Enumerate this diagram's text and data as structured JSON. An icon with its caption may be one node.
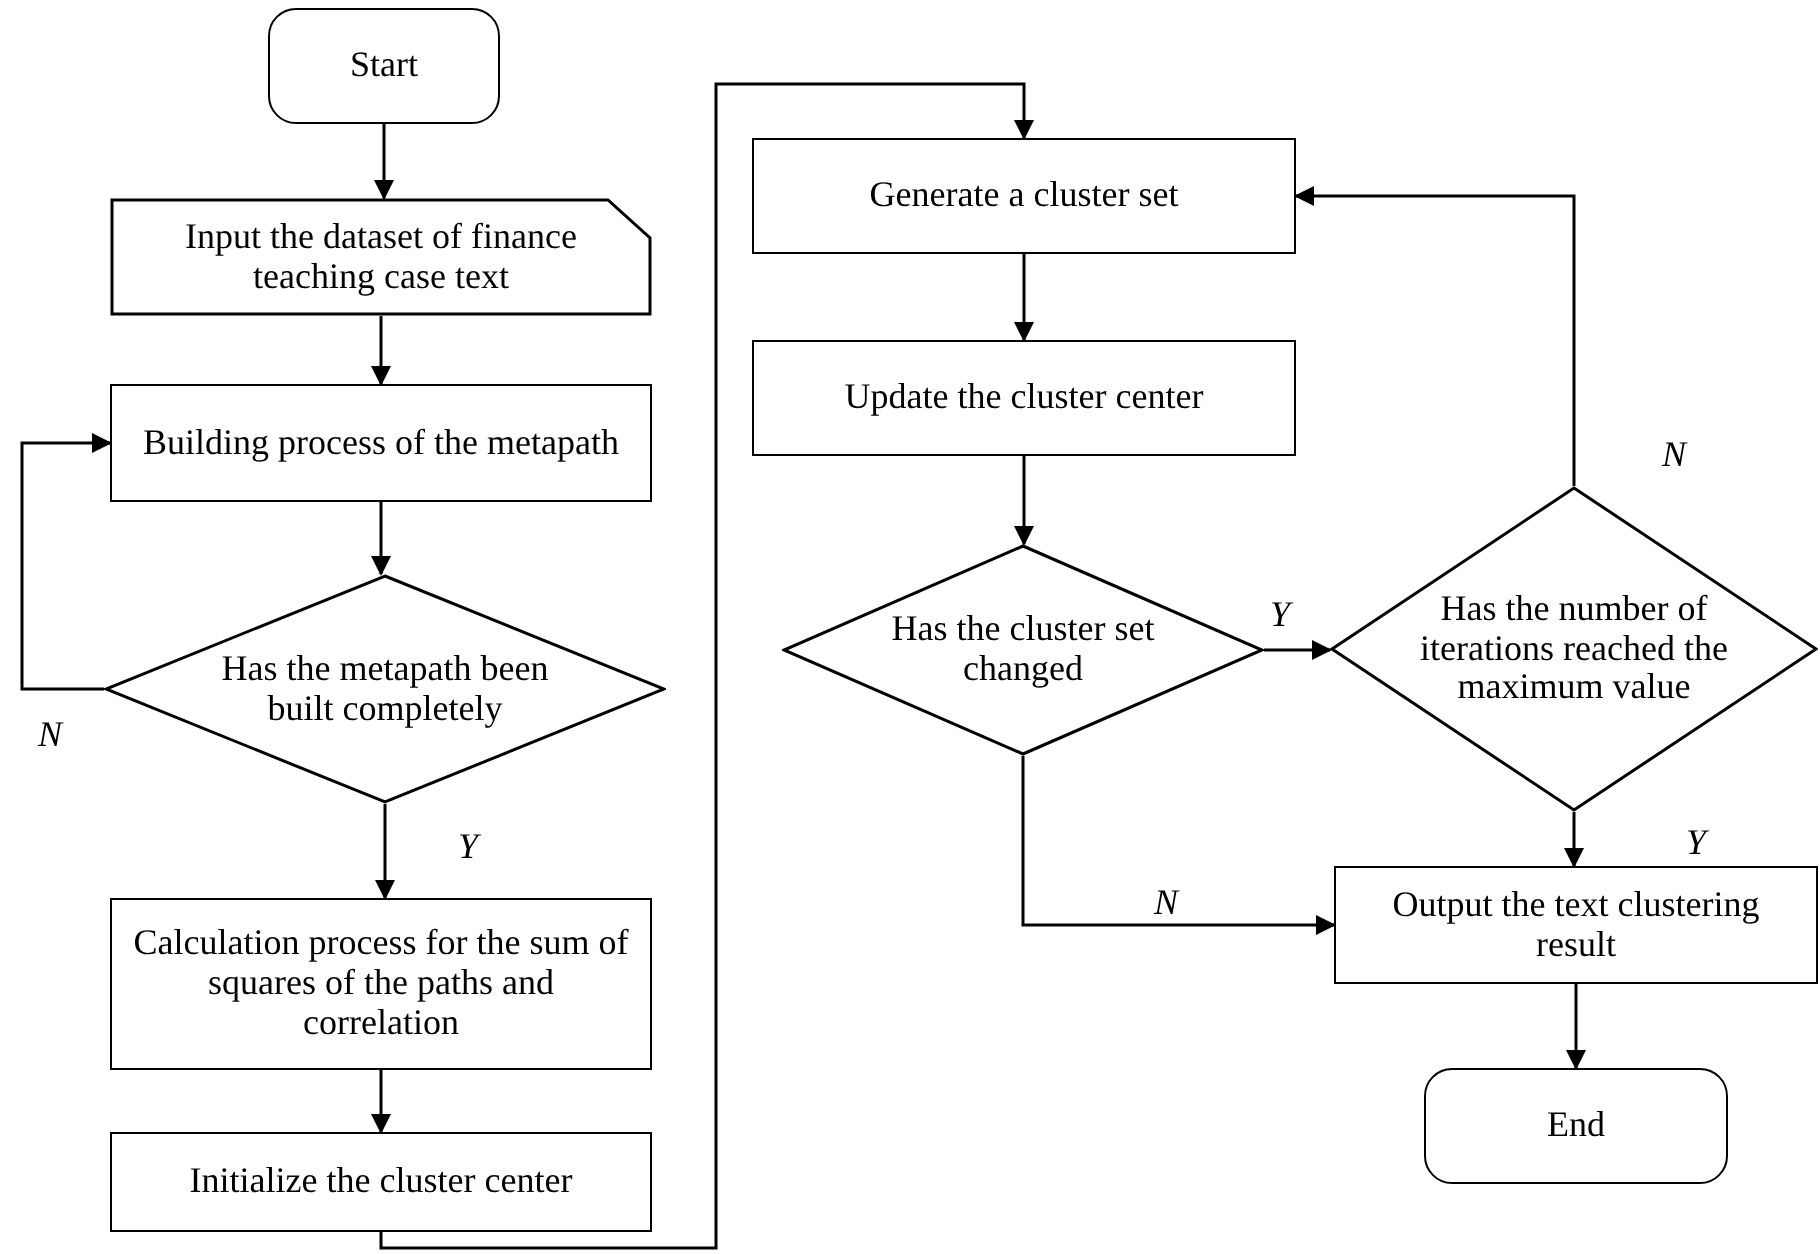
{
  "diagram": {
    "nodes": [
      {
        "text": [
          "Start"
        ]
      },
      {
        "text": [
          "Input the dataset of finance teaching case text"
        ]
      },
      {
        "text": [
          "Building process of the metapath"
        ]
      },
      {
        "text": [
          "Has the metapath been built completely"
        ]
      },
      {
        "text": [
          "Calculation process for the sum of squares of the paths and correlation"
        ]
      },
      {
        "text": [
          "Initialize the cluster center"
        ]
      },
      {
        "text": [
          "Generate a cluster set"
        ]
      },
      {
        "text": [
          "Update the cluster center"
        ]
      },
      {
        "text": [
          "Has the cluster set changed"
        ]
      },
      {
        "text": [
          "Has the number of iterations reached the maximum value"
        ]
      },
      {
        "text": [
          "Output the text clustering result"
        ]
      },
      {
        "text": [
          "End"
        ]
      }
    ],
    "edges": [
      {
        "from": 0,
        "to": 1,
        "arrow": "to"
      },
      {
        "from": 1,
        "to": 2,
        "arrow": "to"
      },
      {
        "from": 2,
        "to": 3,
        "arrow": "to"
      },
      {
        "from": 3,
        "to": 2,
        "arrow": "to",
        "label": "N"
      },
      {
        "from": 3,
        "to": 4,
        "arrow": "to",
        "label": "Y"
      },
      {
        "from": 4,
        "to": 5,
        "arrow": "to"
      },
      {
        "from": 5,
        "to": 6,
        "arrow": "to"
      },
      {
        "from": 6,
        "to": 7,
        "arrow": "to"
      },
      {
        "from": 7,
        "to": 8,
        "arrow": "to"
      },
      {
        "from": 8,
        "to": 9,
        "arrow": "to",
        "label": "Y"
      },
      {
        "from": 9,
        "to": 6,
        "arrow": "to",
        "label": "N"
      },
      {
        "from": 9,
        "to": 10,
        "arrow": "to",
        "label": "Y"
      },
      {
        "from": 8,
        "to": 10,
        "arrow": "to",
        "label": "N"
      },
      {
        "from": 10,
        "to": 11,
        "arrow": "to"
      }
    ]
  }
}
